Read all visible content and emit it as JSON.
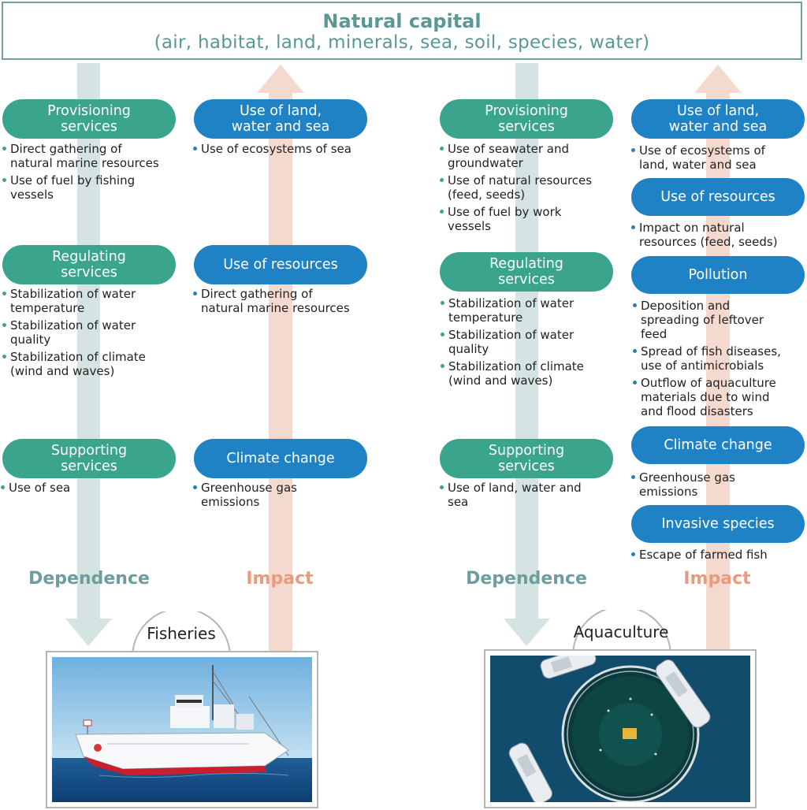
{
  "header": {
    "title": "Natural capital",
    "subtitle": "(air, habitat, land, minerals, sea, soil, species, water)"
  },
  "fisheries": {
    "title": "Fisheries",
    "dependence_label": "Dependence",
    "impact_label": "Impact",
    "dependence": [
      {
        "name": "Provisioning services",
        "lines": [
          "Provisioning",
          "services"
        ],
        "items": [
          [
            "Direct gathering of",
            "natural marine resources"
          ],
          [
            "Use of fuel by fishing",
            "vessels"
          ]
        ]
      },
      {
        "name": "Regulating services",
        "lines": [
          "Regulating",
          "services"
        ],
        "items": [
          [
            "Stabilization of water",
            "temperature"
          ],
          [
            "Stabilization of water",
            "quality"
          ],
          [
            "Stabilization of climate",
            "(wind and waves)"
          ]
        ]
      },
      {
        "name": "Supporting services",
        "lines": [
          "Supporting",
          "services"
        ],
        "items": [
          [
            "Use of sea"
          ]
        ]
      }
    ],
    "impact": [
      {
        "name": "Use of land, water and sea",
        "lines": [
          "Use of land,",
          "water and sea"
        ],
        "items": [
          [
            "Use of ecosystems of sea"
          ]
        ]
      },
      {
        "name": "Use of resources",
        "lines": [
          "Use of resources"
        ],
        "items": [
          [
            "Direct gathering of",
            "natural marine resources"
          ]
        ]
      },
      {
        "name": "Climate change",
        "lines": [
          "Climate change"
        ],
        "items": [
          [
            "Greenhouse gas",
            "emissions"
          ]
        ]
      }
    ]
  },
  "aquaculture": {
    "title": "Aquaculture",
    "dependence_label": "Dependence",
    "impact_label": "Impact",
    "dependence": [
      {
        "name": "Provisioning services",
        "lines": [
          "Provisioning",
          "services"
        ],
        "items": [
          [
            "Use of seawater and",
            "groundwater"
          ],
          [
            "Use of natural resources",
            "(feed, seeds)"
          ],
          [
            "Use of fuel by work",
            "vessels"
          ]
        ]
      },
      {
        "name": "Regulating services",
        "lines": [
          "Regulating",
          "services"
        ],
        "items": [
          [
            "Stabilization of water",
            "temperature"
          ],
          [
            "Stabilization of water",
            "quality"
          ],
          [
            "Stabilization of climate",
            "(wind and waves)"
          ]
        ]
      },
      {
        "name": "Supporting services",
        "lines": [
          "Supporting",
          "services"
        ],
        "items": [
          [
            "Use of land, water and",
            "sea"
          ]
        ]
      }
    ],
    "impact": [
      {
        "name": "Use of land, water and sea",
        "lines": [
          "Use of land,",
          "water and sea"
        ],
        "items": [
          [
            "Use of ecosystems of",
            "land, water and sea"
          ]
        ]
      },
      {
        "name": "Use of resources",
        "lines": [
          "Use of resources"
        ],
        "items": [
          [
            "Impact on natural",
            "resources (feed, seeds)"
          ]
        ]
      },
      {
        "name": "Pollution",
        "lines": [
          "Pollution"
        ],
        "items": [
          [
            "Deposition and",
            "spreading of leftover",
            "feed"
          ],
          [
            "Spread of fish diseases,",
            "use of antimicrobials"
          ],
          [
            "Outflow of aquaculture",
            "materials due to wind",
            "and flood disasters"
          ]
        ]
      },
      {
        "name": "Climate change",
        "lines": [
          "Climate change"
        ],
        "items": [
          [
            "Greenhouse gas",
            "emissions"
          ]
        ]
      },
      {
        "name": "Invasive species",
        "lines": [
          "Invasive species"
        ],
        "items": [
          [
            "Escape of farmed fish"
          ]
        ]
      }
    ]
  },
  "colors": {
    "dependence_green": "#3aa58c",
    "impact_blue": "#1f82c5",
    "dependence_arrow": "#d5e4e3",
    "impact_arrow": "#f3d9ce",
    "dependence_text": "#6d9e9c",
    "impact_text": "#e89b7e"
  }
}
